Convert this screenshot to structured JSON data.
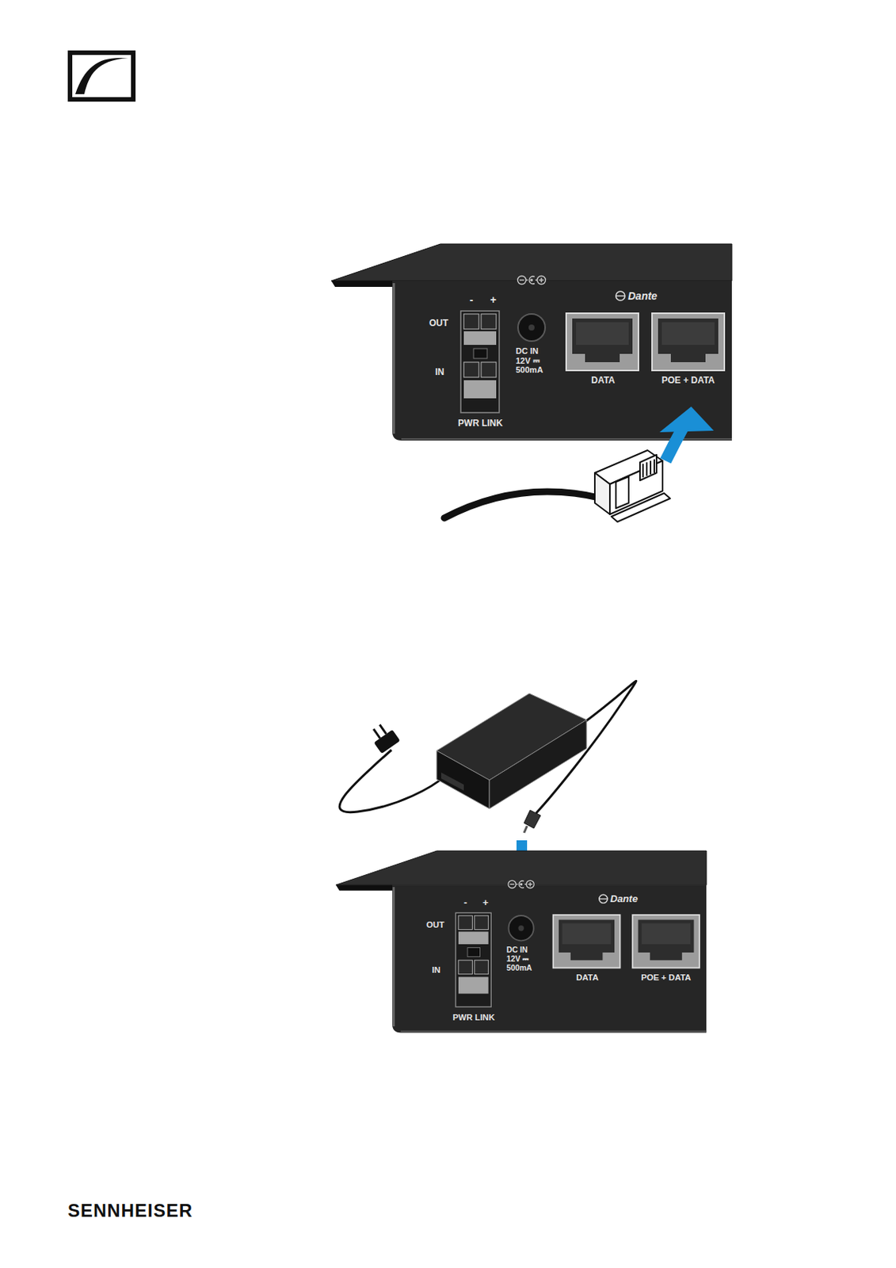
{
  "diagram": {
    "labels": [
      "-",
      "+",
      "OUT",
      "IN",
      "PWR LINK",
      "DC IN 12V ⎓ 500mA",
      "Dante",
      "DATA",
      "POE + DATA",
      "-",
      "+",
      "OUT",
      "IN",
      "PWR LINK",
      "DC IN 12V ⎓ 500mA",
      "Dante",
      "DATA",
      "POE + DATA",
      "SENNHEISER"
    ]
  }
}
